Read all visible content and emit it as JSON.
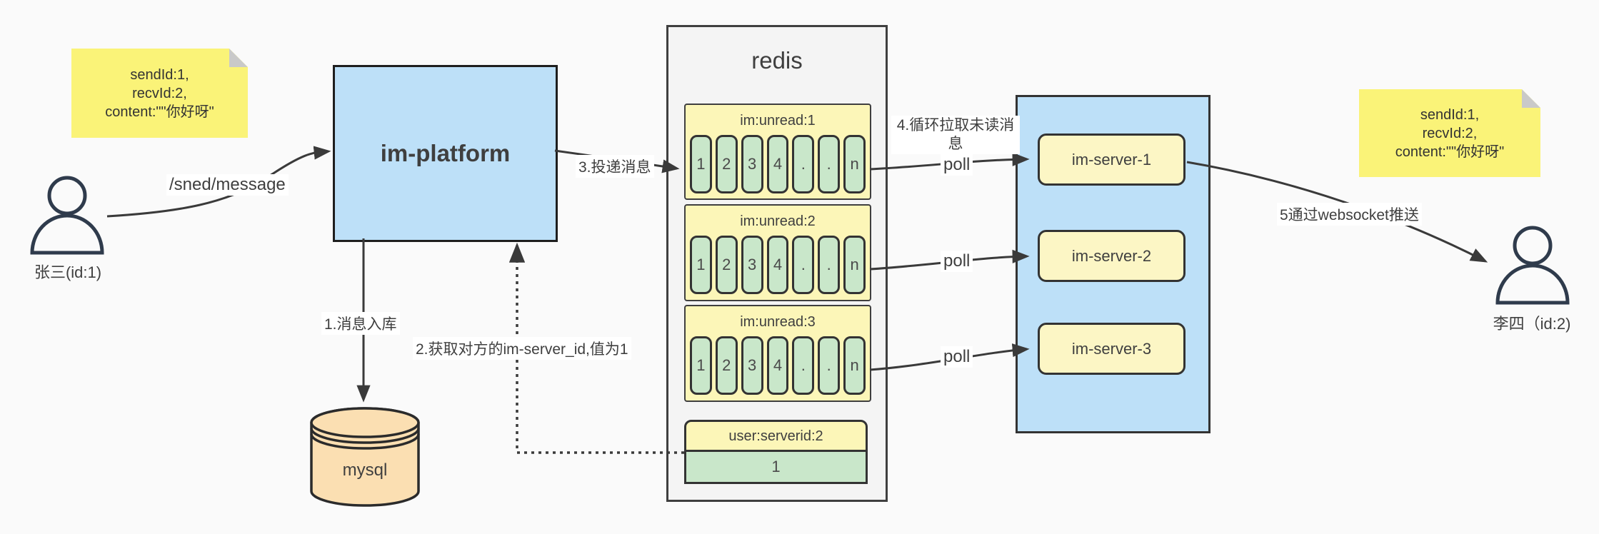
{
  "colors": {
    "canvas_bg": "#FAFAFA",
    "line": "#3A3A3A",
    "text": "#3F3F3F",
    "label_bg": "#FFFFFF",
    "note_fill": "#FAF378",
    "note_fold": "#C9C9C9",
    "platform_fill": "#BDE0F8",
    "panel_fill": "#BDE0F8",
    "server_fill": "#FCF6C5",
    "redis_fill": "#F4F4F4",
    "queue_fill": "#FCF6B8",
    "cell_fill": "#C9E7CA",
    "db_fill": "#FBDFB2",
    "border_dark": "#333333",
    "person_stroke": "#2F3B4C"
  },
  "notes": {
    "left": {
      "lines": [
        "sendId:1,",
        "recvId:2,",
        "content:\"\"你好呀\""
      ]
    },
    "right": {
      "lines": [
        "sendId:1,",
        "recvId:2,",
        "content:\"\"你好呀\""
      ]
    }
  },
  "actors": {
    "sender": {
      "label": "张三(id:1)"
    },
    "receiver": {
      "label": "李四（id:2)"
    }
  },
  "platform": {
    "label": "im-platform"
  },
  "database": {
    "label": "mysql"
  },
  "redis": {
    "title": "redis",
    "queues": [
      {
        "label": "im:unread:1",
        "cells": [
          "1",
          "2",
          "3",
          "4",
          ".",
          ".",
          "n"
        ]
      },
      {
        "label": "im:unread:2",
        "cells": [
          "1",
          "2",
          "3",
          "4",
          ".",
          ".",
          "n"
        ]
      },
      {
        "label": "im:unread:3",
        "cells": [
          "1",
          "2",
          "3",
          "4",
          ".",
          ".",
          "n"
        ]
      }
    ],
    "mapping": {
      "label": "user:serverid:2",
      "value": "1"
    }
  },
  "servers": [
    {
      "label": "im-server-1"
    },
    {
      "label": "im-server-2"
    },
    {
      "label": "im-server-3"
    }
  ],
  "edge_labels": {
    "send": "/sned/message",
    "store": "1.消息入库",
    "lookup": "2.获取对方的im-server_id,值为1",
    "deliver": "3.投递消息",
    "pull": "4.循环拉取未读消息",
    "poll1": "poll",
    "poll2": "poll",
    "poll3": "poll",
    "push": "5通过websocket推送"
  }
}
